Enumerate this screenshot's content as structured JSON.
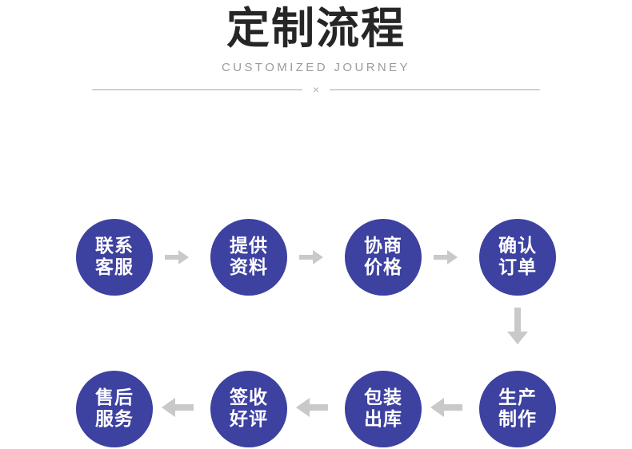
{
  "header": {
    "title": "定制流程",
    "subtitle": "CUSTOMIZED JOURNEY",
    "divider_mark": "×"
  },
  "colors": {
    "node_fill": "#3d41a0",
    "node_text": "#ffffff",
    "arrow": "#c9c9c9",
    "title_text": "#262626",
    "subtitle_text": "#9b9b9b",
    "divider_line": "#a8a8ae",
    "background": "#ffffff"
  },
  "flow": {
    "row_top": {
      "direction": "right",
      "nodes": [
        {
          "line1": "联系",
          "line2": "客服"
        },
        {
          "line1": "提供",
          "line2": "资料"
        },
        {
          "line1": "协商",
          "line2": "价格"
        },
        {
          "line1": "确认",
          "line2": "订单"
        }
      ]
    },
    "connector_down": {
      "direction": "down"
    },
    "row_bottom": {
      "direction": "left",
      "nodes": [
        {
          "line1": "售后",
          "line2": "服务"
        },
        {
          "line1": "签收",
          "line2": "好评"
        },
        {
          "line1": "包装",
          "line2": "出库"
        },
        {
          "line1": "生产",
          "line2": "制作"
        }
      ]
    }
  }
}
